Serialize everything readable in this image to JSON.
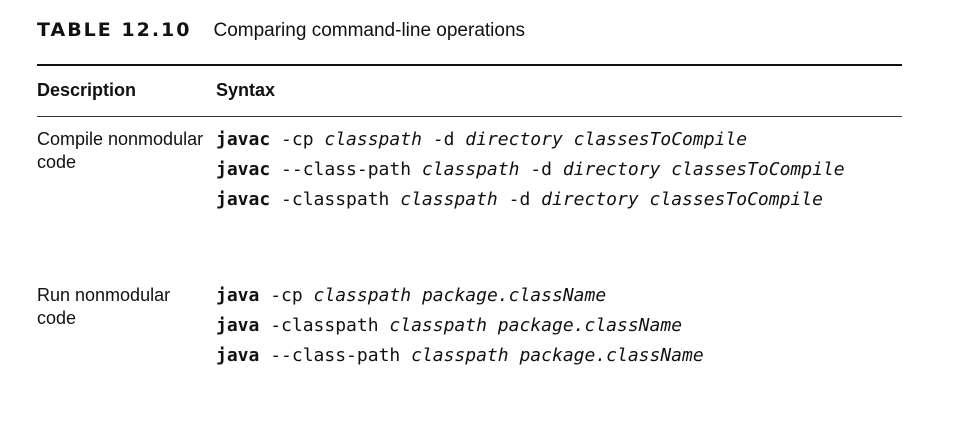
{
  "caption": {
    "label": "TABLE 12.10",
    "title": "Comparing command-line operations"
  },
  "headers": {
    "description": "Description",
    "syntax": "Syntax"
  },
  "rows": [
    {
      "description": "Compile nonmodular code",
      "commands": [
        [
          {
            "t": "javac",
            "s": "kw"
          },
          {
            "t": " -cp ",
            "s": "plain"
          },
          {
            "t": "classpath",
            "s": "var"
          },
          {
            "t": " -d ",
            "s": "plain"
          },
          {
            "t": "directory",
            "s": "var"
          },
          {
            "t": " ",
            "s": "plain"
          },
          {
            "t": "classesToCompile",
            "s": "var"
          }
        ],
        [
          {
            "t": "javac",
            "s": "kw"
          },
          {
            "t": " --class-path ",
            "s": "plain"
          },
          {
            "t": "classpath",
            "s": "var"
          },
          {
            "t": " -d ",
            "s": "plain"
          },
          {
            "t": "directory",
            "s": "var"
          },
          {
            "t": " ",
            "s": "plain"
          },
          {
            "t": "classesToCompile",
            "s": "var"
          }
        ],
        [
          {
            "t": "javac",
            "s": "kw"
          },
          {
            "t": " -classpath ",
            "s": "plain"
          },
          {
            "t": "classpath",
            "s": "var"
          },
          {
            "t": " -d ",
            "s": "plain"
          },
          {
            "t": "directory",
            "s": "var"
          },
          {
            "t": " ",
            "s": "plain"
          },
          {
            "t": "classesToCompile",
            "s": "var"
          }
        ]
      ]
    },
    {
      "description": "Run nonmodular code",
      "commands": [
        [
          {
            "t": "java",
            "s": "kw"
          },
          {
            "t": " -cp ",
            "s": "plain"
          },
          {
            "t": "classpath",
            "s": "var"
          },
          {
            "t": " ",
            "s": "plain"
          },
          {
            "t": "package.className",
            "s": "var"
          }
        ],
        [
          {
            "t": "java",
            "s": "kw"
          },
          {
            "t": " -classpath ",
            "s": "plain"
          },
          {
            "t": "classpath",
            "s": "var"
          },
          {
            "t": " ",
            "s": "plain"
          },
          {
            "t": "package.className",
            "s": "var"
          }
        ],
        [
          {
            "t": "java",
            "s": "kw"
          },
          {
            "t": " --class-path ",
            "s": "plain"
          },
          {
            "t": "classpath",
            "s": "var"
          },
          {
            "t": " ",
            "s": "plain"
          },
          {
            "t": "package.className",
            "s": "var"
          }
        ]
      ]
    }
  ]
}
